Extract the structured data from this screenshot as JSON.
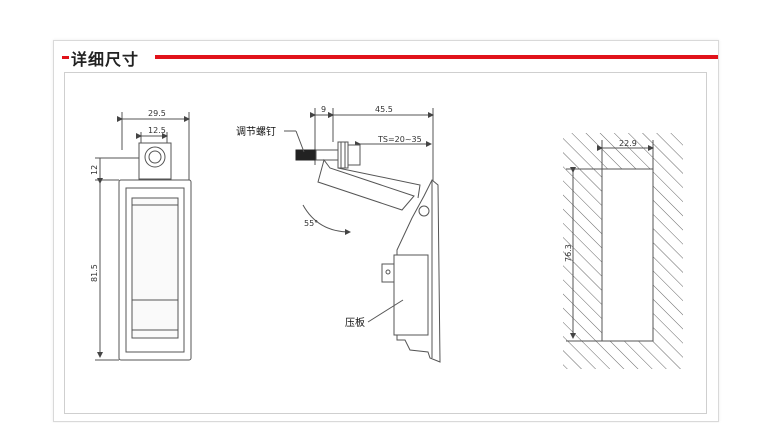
{
  "header": {
    "title": "详细尺寸"
  },
  "front_view": {
    "width_total": "29.5",
    "width_inner": "12.5",
    "top_offset": "12",
    "height": "81.5"
  },
  "side_view": {
    "dim_a": "9",
    "dim_b": "45.5",
    "ts_range": "TS=20~35",
    "angle": "55°",
    "label_screw": "调节螺钉",
    "label_plate": "压板"
  },
  "cutout_view": {
    "width": "22.9",
    "height": "76.3"
  },
  "colors": {
    "accent": "#e1121a",
    "line": "#555555"
  }
}
